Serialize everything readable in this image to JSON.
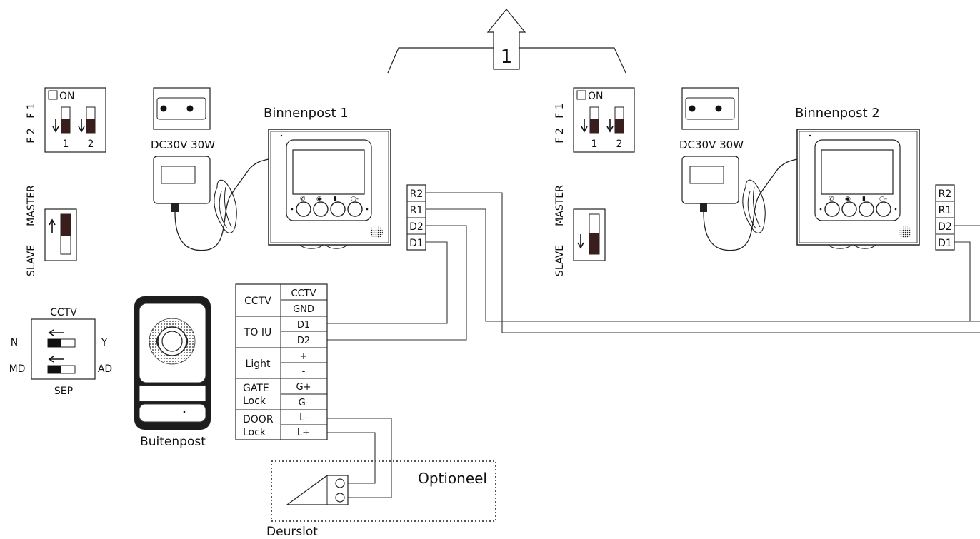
{
  "arrow_label": "1",
  "dip1": {
    "on": "ON",
    "f1": "F 1",
    "f2": "F 2",
    "n1": "1",
    "n2": "2"
  },
  "dip2": {
    "on": "ON",
    "f1": "F 1",
    "f2": "F 2",
    "n1": "1",
    "n2": "2"
  },
  "mode1": {
    "master": "MASTER",
    "slave": "SLAVE"
  },
  "mode2": {
    "master": "MASTER",
    "slave": "SLAVE"
  },
  "psu1": {
    "label": "DC30V 30W"
  },
  "psu2": {
    "label": "DC30V 30W"
  },
  "monitor1": {
    "title": "Binnenpost 1"
  },
  "monitor2": {
    "title": "Binnenpost 2"
  },
  "term1": [
    "R2",
    "R1",
    "D2",
    "D1"
  ],
  "term2": [
    "R2",
    "R1",
    "D2",
    "D1"
  ],
  "cctv_switch": {
    "top": "CCTV",
    "bottom": "SEP",
    "n": "N",
    "y": "Y",
    "md": "MD",
    "ad": "AD"
  },
  "outdoor": {
    "label": "Buitenpost"
  },
  "terminal_block": {
    "groups": [
      {
        "name": "CCTV",
        "pins": [
          "CCTV",
          "GND"
        ]
      },
      {
        "name": "TO IU",
        "pins": [
          "D1",
          "D2"
        ]
      },
      {
        "name": "Light",
        "pins": [
          "+",
          "-"
        ]
      },
      {
        "name": "GATE Lock",
        "pins": [
          "G+",
          "G-"
        ]
      },
      {
        "name": "DOOR Lock",
        "pins": [
          "L-",
          "L+"
        ]
      }
    ]
  },
  "optional": {
    "label": "Optioneel"
  },
  "doorlock": {
    "label": "Deurslot"
  }
}
